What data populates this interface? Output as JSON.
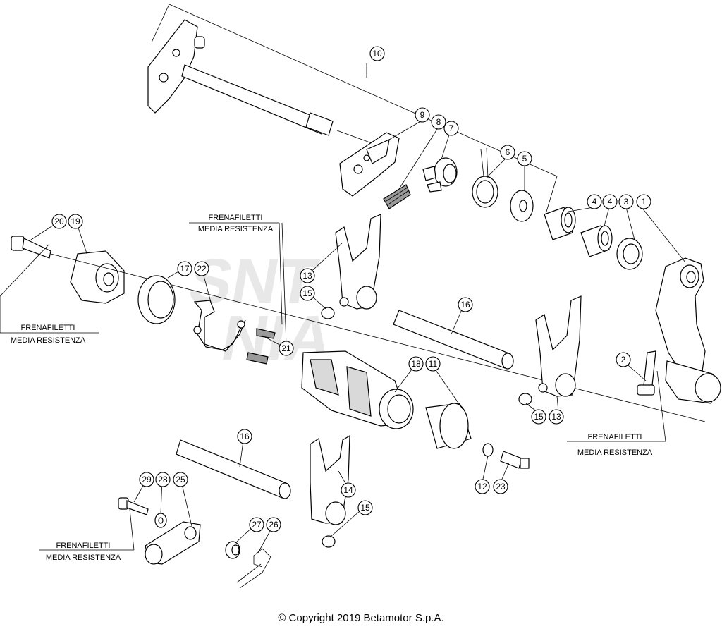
{
  "notes": {
    "threadlock_line1": "FRENAFILETTI",
    "threadlock_line2": "MEDIA RESISTENZA"
  },
  "callouts": {
    "c1": "1",
    "c2": "2",
    "c3": "3",
    "c4a": "4",
    "c4b": "4",
    "c5": "5",
    "c6": "6",
    "c7": "7",
    "c8": "8",
    "c9": "9",
    "c10": "10",
    "c11": "11",
    "c12": "12",
    "c13a": "13",
    "c13b": "13",
    "c14": "14",
    "c15a": "15",
    "c15b": "15",
    "c15c": "15",
    "c16a": "16",
    "c16b": "16",
    "c17": "17",
    "c18": "18",
    "c19": "19",
    "c20": "20",
    "c21": "21",
    "c22": "22",
    "c23": "23",
    "c25": "25",
    "c26": "26",
    "c27": "27",
    "c28": "28",
    "c29": "29"
  },
  "copyright": "© Copyright 2019 Betamotor S.p.A.",
  "colors": {
    "line": "#000000",
    "fill_light": "#d9d9d9",
    "fill_dark": "#9a9a9a",
    "watermark": "#e6e6e6"
  }
}
